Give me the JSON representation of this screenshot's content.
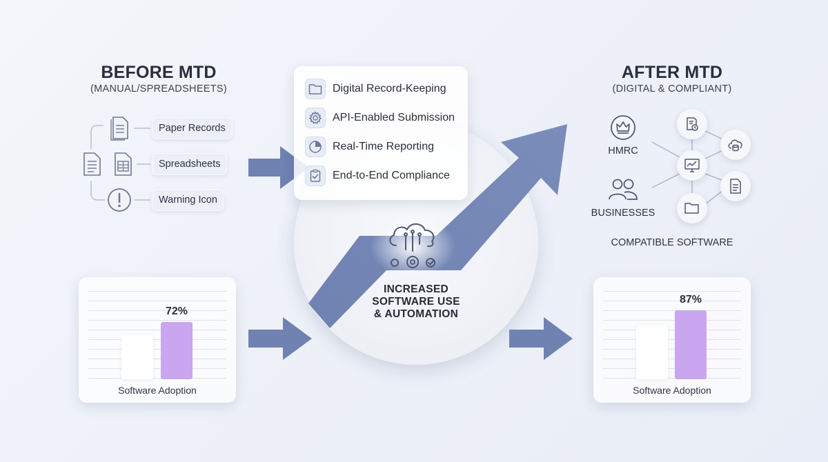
{
  "before": {
    "title": "BEFORE MTD",
    "subtitle": "(MANUAL/SPREADSHEETS)",
    "items": [
      {
        "label": "Paper Records",
        "icon": "document-icon"
      },
      {
        "label": "Spreadsheets",
        "icon": "spreadsheet-icon"
      },
      {
        "label": "Warning Icon",
        "icon": "warning-icon"
      }
    ]
  },
  "features": [
    {
      "label": "Digital Record-Keeping",
      "icon": "folder-icon"
    },
    {
      "label": "API-Enabled Submission",
      "icon": "gear-icon"
    },
    {
      "label": "Real-Time Reporting",
      "icon": "pie-chart-icon"
    },
    {
      "label": "End-to-End Compliance",
      "icon": "clipboard-check-icon"
    }
  ],
  "center": {
    "caption": [
      "INCREASED",
      "SOFTWARE USE",
      "& AUTOMATION"
    ],
    "icon": "cloud-automation-icon"
  },
  "after": {
    "title": "AFTER MTD",
    "subtitle": "(DIGITAL & COMPLIANT)",
    "hmrc_label": "HMRC",
    "businesses_label": "BUSINESSES",
    "software_label": "COMPATIBLE SOFTWARE"
  },
  "chart_data": [
    {
      "type": "bar",
      "categories": [
        "",
        ""
      ],
      "values": [
        null,
        72
      ],
      "data_labels": [
        "",
        "72%"
      ],
      "xlabel": "Software Adoption",
      "colors": [
        "#ffffff",
        "#c9a6ef"
      ]
    },
    {
      "type": "bar",
      "categories": [
        "",
        ""
      ],
      "values": [
        null,
        87
      ],
      "data_labels": [
        "",
        "87%"
      ],
      "xlabel": "Software Adoption",
      "colors": [
        "#ffffff",
        "#c9a6ef"
      ]
    }
  ],
  "colors": {
    "arrow": "#7385b3",
    "bar_accent": "#c9a6ef",
    "text": "#2a2e3b"
  }
}
